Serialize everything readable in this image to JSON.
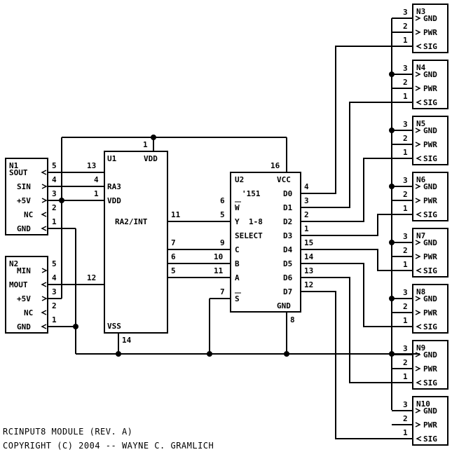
{
  "u1": {
    "ref": "U1",
    "pins": {
      "vdd_top": {
        "label": "VDD",
        "num": "1"
      },
      "ra3": {
        "label": "RA3",
        "num": "4"
      },
      "vdd_in": {
        "label": "VDD",
        "num": "1"
      },
      "ra2": {
        "label": "RA2/INT",
        "num": "11"
      },
      "p7": "7",
      "p6": "6",
      "p5": "5",
      "p13": "13",
      "p12": "12",
      "vss": {
        "label": "VSS",
        "num": "14"
      }
    }
  },
  "u2": {
    "ref": "U2",
    "part": "'151",
    "vcc": {
      "label": "VCC",
      "num": "16"
    },
    "gnd": {
      "label": "GND",
      "num": "8"
    },
    "w": {
      "label": "W",
      "num": "6"
    },
    "y": {
      "label": "Y",
      "num": "5"
    },
    "range": "1-8",
    "select": "SELECT",
    "c": {
      "label": "C",
      "num": "9"
    },
    "b": {
      "label": "B",
      "num": "10"
    },
    "a": {
      "label": "A",
      "num": "11"
    },
    "s": {
      "label": "S",
      "num": "7"
    },
    "outputs": [
      {
        "label": "D0",
        "num": "4"
      },
      {
        "label": "D1",
        "num": "3"
      },
      {
        "label": "D2",
        "num": "2"
      },
      {
        "label": "D3",
        "num": "1"
      },
      {
        "label": "D4",
        "num": "15"
      },
      {
        "label": "D5",
        "num": "14"
      },
      {
        "label": "D6",
        "num": "13"
      },
      {
        "label": "D7",
        "num": "12"
      }
    ]
  },
  "n1": {
    "ref": "N1",
    "pins": [
      {
        "label": "SOUT",
        "num": "5"
      },
      {
        "label": "SIN",
        "num": "4"
      },
      {
        "label": "+5V",
        "num": "3"
      },
      {
        "label": "NC",
        "num": "2"
      },
      {
        "label": "GND",
        "num": "1"
      }
    ]
  },
  "n2": {
    "ref": "N2",
    "pins": [
      {
        "label": "MIN",
        "num": "5"
      },
      {
        "label": "MOUT",
        "num": "4"
      },
      {
        "label": "+5V",
        "num": "3"
      },
      {
        "label": "NC",
        "num": "2"
      },
      {
        "label": "GND",
        "num": "1"
      }
    ]
  },
  "servo_connectors": [
    {
      "ref": "N3"
    },
    {
      "ref": "N4"
    },
    {
      "ref": "N5"
    },
    {
      "ref": "N6"
    },
    {
      "ref": "N7"
    },
    {
      "ref": "N8"
    },
    {
      "ref": "N9"
    },
    {
      "ref": "N10"
    }
  ],
  "servo_pins": [
    {
      "label": "GND",
      "num": "3"
    },
    {
      "label": "PWR",
      "num": "2"
    },
    {
      "label": "SIG",
      "num": "1"
    }
  ],
  "footer": {
    "line1": "RCINPUT8 MODULE (REV. A)",
    "line2": "COPYRIGHT (C) 2004 -- WAYNE C. GRAMLICH"
  }
}
